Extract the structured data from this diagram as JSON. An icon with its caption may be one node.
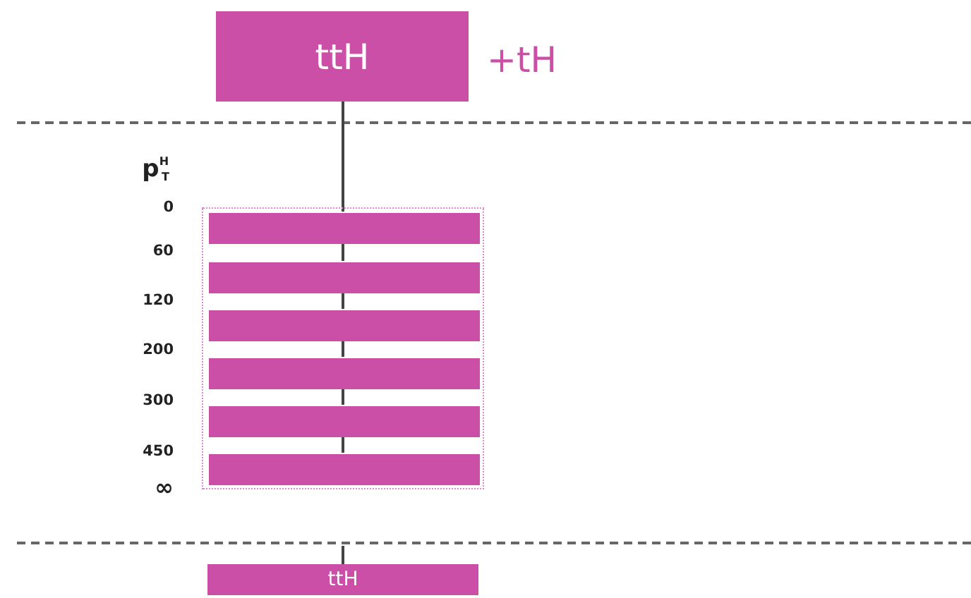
{
  "diagram": {
    "nodes": [
      {
        "text": [
          "ttH"
        ],
        "beside": [
          "+tH"
        ]
      },
      {
        "text": [],
        "shape": "box"
      },
      {
        "text": [],
        "shape": "bar",
        "in": 1
      },
      {
        "text": [],
        "shape": "bar",
        "in": 1
      },
      {
        "text": [],
        "shape": "bar",
        "in": 1
      },
      {
        "text": [],
        "shape": "bar",
        "in": 1
      },
      {
        "text": [],
        "shape": "bar",
        "in": 1
      },
      {
        "text": [],
        "shape": "bar",
        "in": 1
      },
      {
        "text": [
          "ttH"
        ]
      }
    ],
    "edges": [
      {
        "from": 0,
        "to": 2,
        "arrow": "none"
      },
      {
        "from": 2,
        "to": 3,
        "arrow": "none"
      },
      {
        "from": 3,
        "to": 4,
        "arrow": "none"
      },
      {
        "from": 4,
        "to": 5,
        "arrow": "none"
      },
      {
        "from": 5,
        "to": 6,
        "arrow": "none"
      },
      {
        "from": 6,
        "to": 7,
        "arrow": "none"
      },
      {
        "from": null,
        "to": 8,
        "arrow": "none"
      }
    ],
    "labels": [
      "p$^{H}$$_{T}$",
      "0",
      "60",
      "120",
      "200",
      "300",
      "450",
      "∞"
    ]
  }
}
